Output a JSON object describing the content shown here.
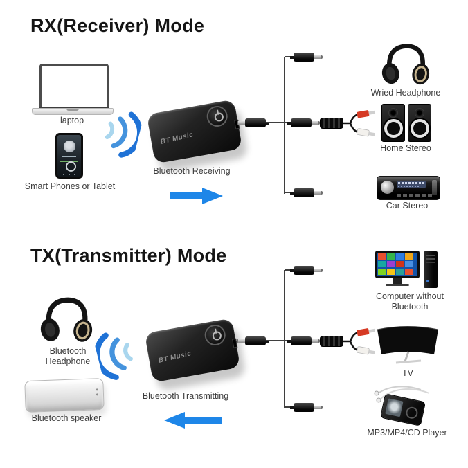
{
  "rx": {
    "title": "RX(Receiver) Mode",
    "laptop_label": "laptop",
    "phone_label": "Smart Phones or Tablet",
    "device_name": "BT Music",
    "device_label": "Bluetooth Receiving",
    "outputs": {
      "headphone": "Wried Headphone",
      "home_stereo": "Home Stereo",
      "car_stereo": "Car Stereo"
    }
  },
  "tx": {
    "title": "TX(Transmitter) Mode",
    "device_name": "BT Music",
    "device_label": "Bluetooth Transmitting",
    "sinks": {
      "headphone": "Bluetooth Headphone",
      "speaker": "Bluetooth speaker"
    },
    "sources": {
      "computer": "Computer without Bluetooth",
      "tv": "TV",
      "mp3": "MP3/MP4/CD Player"
    }
  },
  "colors": {
    "arrow_blue": "#1e86e8",
    "wave_light": "#a9d6ee",
    "wave_mid": "#4593dd",
    "wave_dark": "#1f72d6",
    "rca_red": "#d63a24",
    "rca_white": "#f3f1ed",
    "cable_dark": "#3f3f3f"
  }
}
